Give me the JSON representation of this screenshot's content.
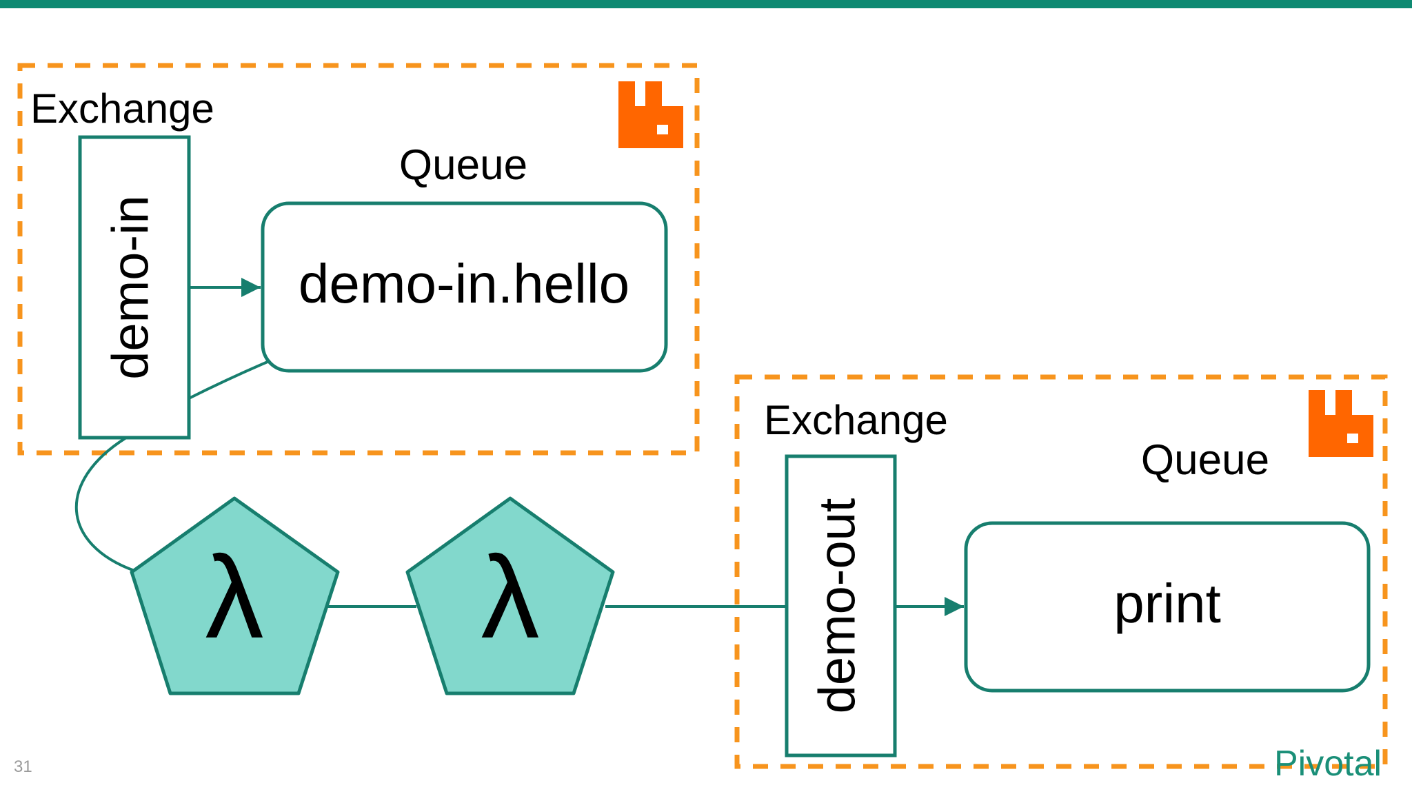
{
  "slide": {
    "number": "31",
    "brand": "Pivotal"
  },
  "colors": {
    "accent": "#0e8a72",
    "stroke": "#177e6e",
    "lambda_fill": "#82d8cc",
    "dash": "#f7941d",
    "logo": "#ff6600"
  },
  "icons": {
    "logo": "rabbitmq-logo-icon"
  },
  "left_group": {
    "exchange_caption": "Exchange",
    "exchange_name": "demo-in",
    "queue_caption": "Queue",
    "queue_name": "demo-in.hello"
  },
  "right_group": {
    "exchange_caption": "Exchange",
    "exchange_name": "demo-out",
    "queue_caption": "Queue",
    "queue_name": "print"
  },
  "functions": [
    {
      "symbol": "λ"
    },
    {
      "symbol": "λ"
    }
  ]
}
